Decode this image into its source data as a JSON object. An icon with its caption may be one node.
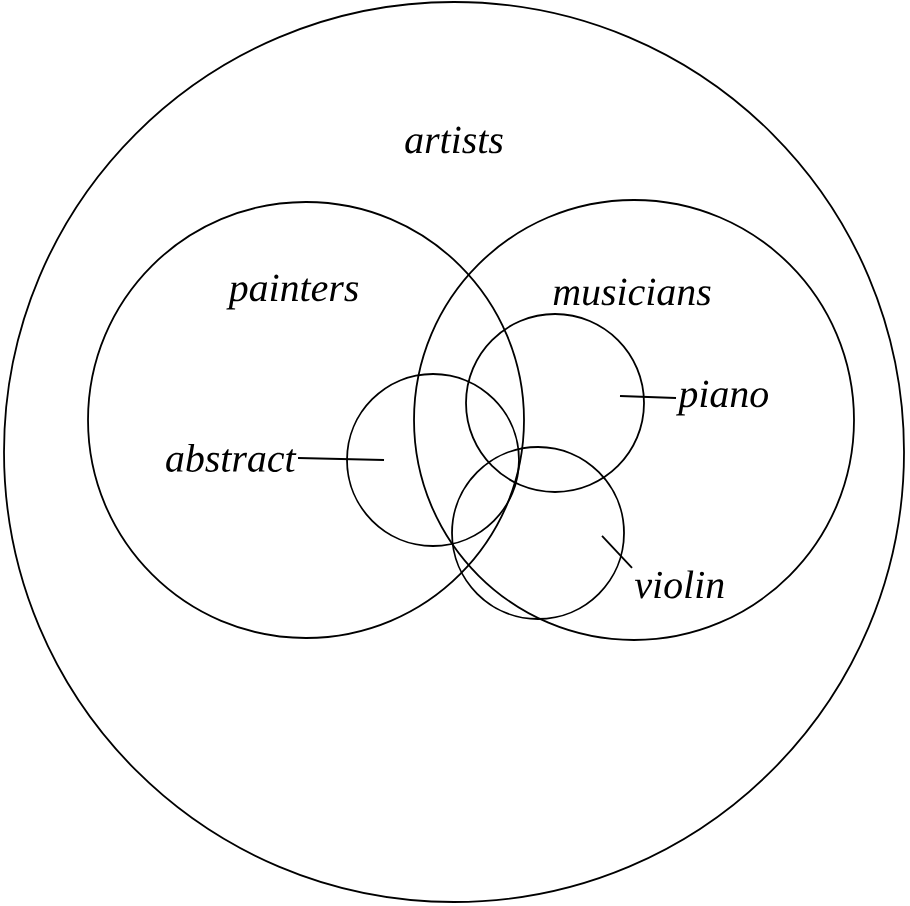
{
  "diagram": {
    "nodes": [
      {
        "text": [
          "artists"
        ]
      },
      {
        "text": [
          "painters"
        ],
        "in": 0
      },
      {
        "text": [
          "musicians"
        ],
        "in": 0
      },
      {
        "text": [
          "abstract"
        ],
        "in": 1
      },
      {
        "text": [],
        "shape": "circle",
        "in": 1
      },
      {
        "text": [],
        "shape": "circle",
        "in": 2
      },
      {
        "text": [
          "piano"
        ],
        "in": 2
      },
      {
        "text": [],
        "shape": "circle",
        "in": 2
      },
      {
        "text": [
          "violin"
        ],
        "in": 2
      }
    ],
    "edges": [
      {
        "from": 3,
        "to": 4,
        "arrow": "none"
      },
      {
        "from": 6,
        "to": 5,
        "arrow": "none"
      },
      {
        "from": 8,
        "to": 7,
        "arrow": "none"
      }
    ]
  }
}
